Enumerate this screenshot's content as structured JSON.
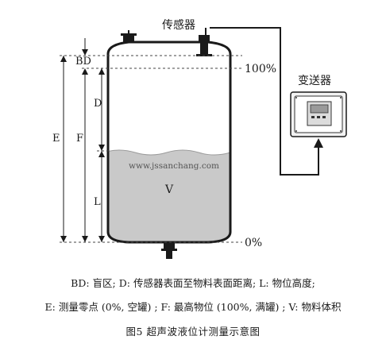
{
  "labels": {
    "sensor": "传感器",
    "transmitter": "变送器",
    "pct100": "100%",
    "pct0": "0%",
    "bd": "BD",
    "d": "D",
    "e": "E",
    "f": "F",
    "l": "L",
    "v": "V",
    "watermark": "www.jssanchang.com"
  },
  "legend": {
    "line1": "BD: 盲区; D: 传感器表面至物料表面距离; L: 物位高度;",
    "line2": "E: 测量零点 (0%, 空罐) ; F: 最高物位 (100%, 满罐) ; V: 物料体积"
  },
  "caption": "图5  超声波液位计测量示意图"
}
